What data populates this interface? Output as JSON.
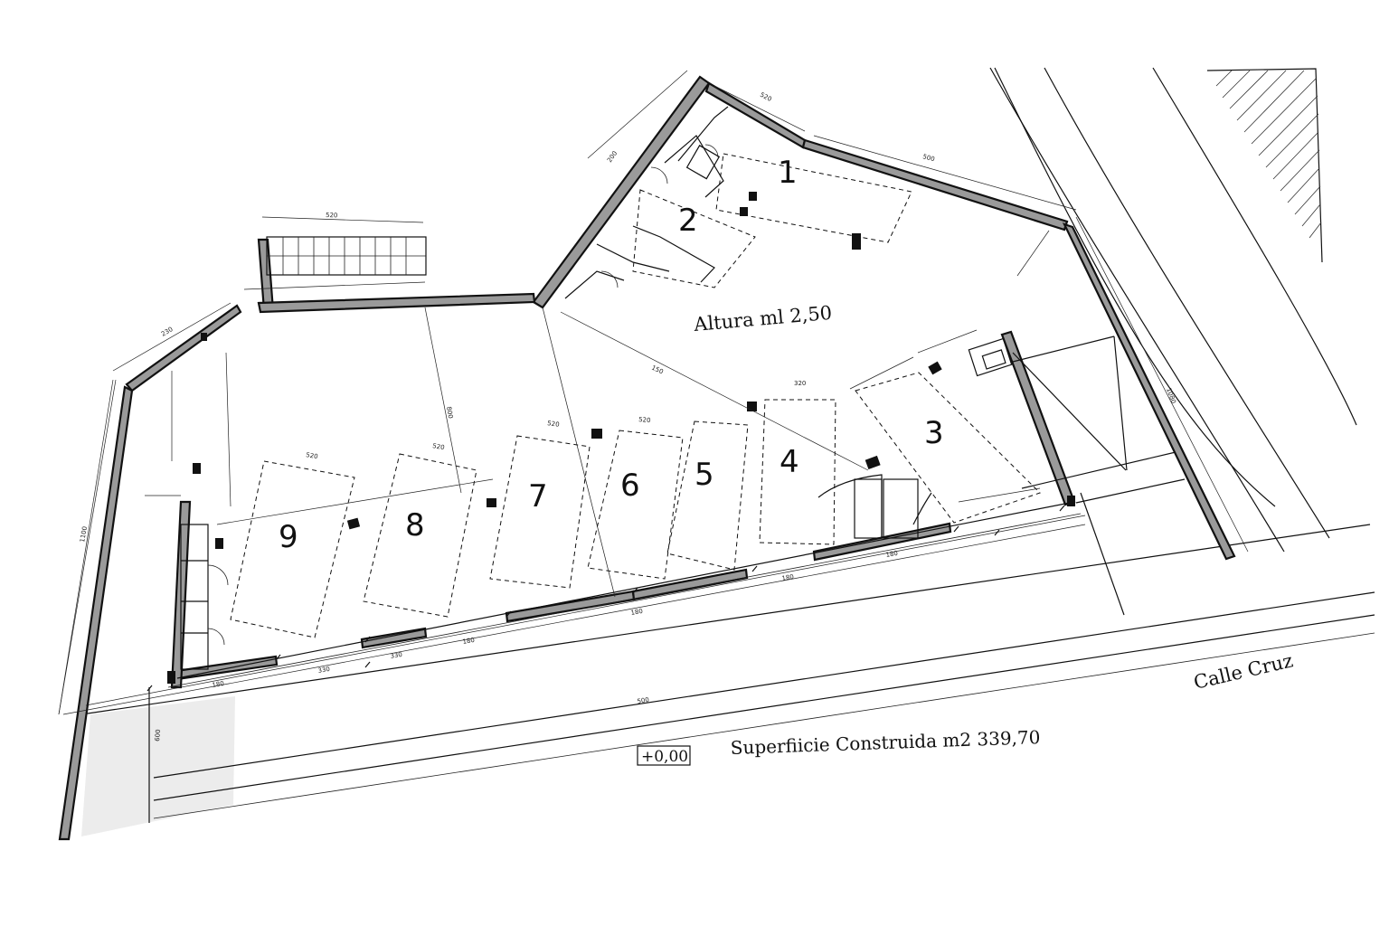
{
  "plan": {
    "height_label": "Altura ml 2,50",
    "street_label": "Calle Cruz",
    "area_label": "Superfiicie Construida m2 339,70",
    "level_label": "+0,00",
    "spaces": [
      "1",
      "2",
      "3",
      "4",
      "5",
      "6",
      "7",
      "8",
      "9"
    ],
    "dimensions": [
      "520",
      "520",
      "520",
      "520",
      "520",
      "520",
      "320",
      "180",
      "180",
      "180",
      "180",
      "180",
      "330",
      "330",
      "500",
      "500",
      "230",
      "1100",
      "200",
      "150",
      "600",
      "800",
      "1080"
    ]
  }
}
